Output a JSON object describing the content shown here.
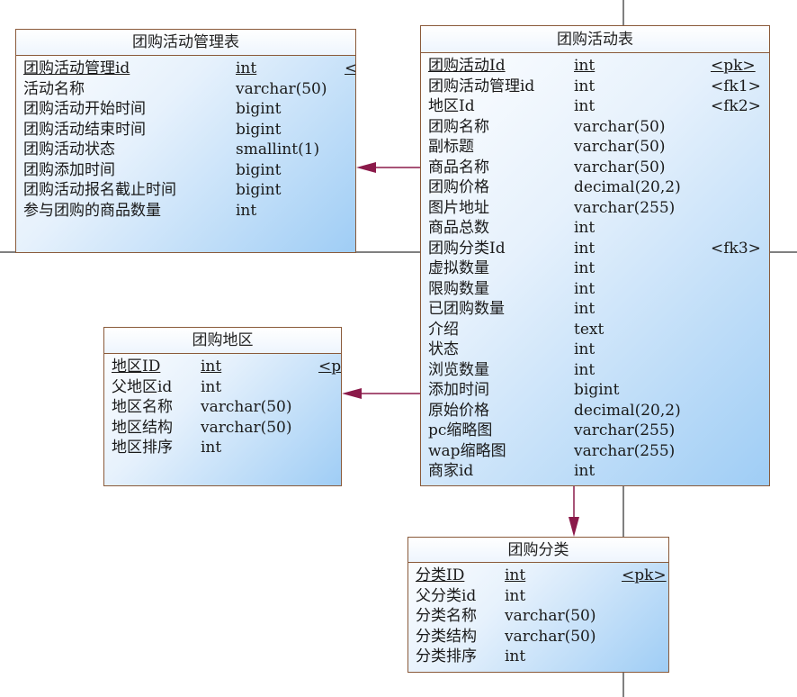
{
  "entities": {
    "mgmt": {
      "title": "团购活动管理表",
      "columns": [
        {
          "name": "团购活动管理id",
          "type": "int",
          "key": "<"
        },
        {
          "name": "活动名称",
          "type": "varchar(50)",
          "key": ""
        },
        {
          "name": "团购活动开始时间",
          "type": "bigint",
          "key": ""
        },
        {
          "name": "团购活动结束时间",
          "type": "bigint",
          "key": ""
        },
        {
          "name": "团购活动状态",
          "type": "smallint(1)",
          "key": ""
        },
        {
          "name": "团购添加时间",
          "type": "bigint",
          "key": ""
        },
        {
          "name": "团购活动报名截止时间",
          "type": "bigint",
          "key": ""
        },
        {
          "name": "参与团购的商品数量",
          "type": "int",
          "key": ""
        }
      ]
    },
    "activity": {
      "title": "团购活动表",
      "columns": [
        {
          "name": "团购活动Id",
          "type": "int",
          "key": "<pk>"
        },
        {
          "name": "团购活动管理id",
          "type": "int",
          "key": "<fk1>"
        },
        {
          "name": "地区Id",
          "type": "int",
          "key": "<fk2>"
        },
        {
          "name": "团购名称",
          "type": "varchar(50)",
          "key": ""
        },
        {
          "name": "副标题",
          "type": "varchar(50)",
          "key": ""
        },
        {
          "name": "商品名称",
          "type": "varchar(50)",
          "key": ""
        },
        {
          "name": "团购价格",
          "type": "decimal(20,2)",
          "key": ""
        },
        {
          "name": "图片地址",
          "type": "varchar(255)",
          "key": ""
        },
        {
          "name": "商品总数",
          "type": "int",
          "key": ""
        },
        {
          "name": "团购分类Id",
          "type": "int",
          "key": "<fk3>"
        },
        {
          "name": "虚拟数量",
          "type": "int",
          "key": ""
        },
        {
          "name": "限购数量",
          "type": "int",
          "key": ""
        },
        {
          "name": "已团购数量",
          "type": "int",
          "key": ""
        },
        {
          "name": "介绍",
          "type": "text",
          "key": ""
        },
        {
          "name": "状态",
          "type": "int",
          "key": ""
        },
        {
          "name": "浏览数量",
          "type": "int",
          "key": ""
        },
        {
          "name": "添加时间",
          "type": "bigint",
          "key": ""
        },
        {
          "name": "原始价格",
          "type": "decimal(20,2)",
          "key": ""
        },
        {
          "name": "pc缩略图",
          "type": "varchar(255)",
          "key": ""
        },
        {
          "name": "wap缩略图",
          "type": "varchar(255)",
          "key": ""
        },
        {
          "name": "商家id",
          "type": "int",
          "key": ""
        }
      ]
    },
    "region": {
      "title": "团购地区",
      "columns": [
        {
          "name": "地区ID",
          "type": "int",
          "key": "<pk>"
        },
        {
          "name": "父地区id",
          "type": "int",
          "key": ""
        },
        {
          "name": "地区名称",
          "type": "varchar(50)",
          "key": ""
        },
        {
          "name": "地区结构",
          "type": "varchar(50)",
          "key": ""
        },
        {
          "name": "地区排序",
          "type": "int",
          "key": ""
        }
      ]
    },
    "category": {
      "title": "团购分类",
      "columns": [
        {
          "name": "分类ID",
          "type": "int",
          "key": "<pk>"
        },
        {
          "name": "父分类id",
          "type": "int",
          "key": ""
        },
        {
          "name": "分类名称",
          "type": "varchar(50)",
          "key": ""
        },
        {
          "name": "分类结构",
          "type": "varchar(50)",
          "key": ""
        },
        {
          "name": "分类排序",
          "type": "int",
          "key": ""
        }
      ]
    }
  },
  "colors": {
    "border": "#8a5a3a",
    "connector": "#8b1a4a",
    "gridline": "#000000"
  }
}
